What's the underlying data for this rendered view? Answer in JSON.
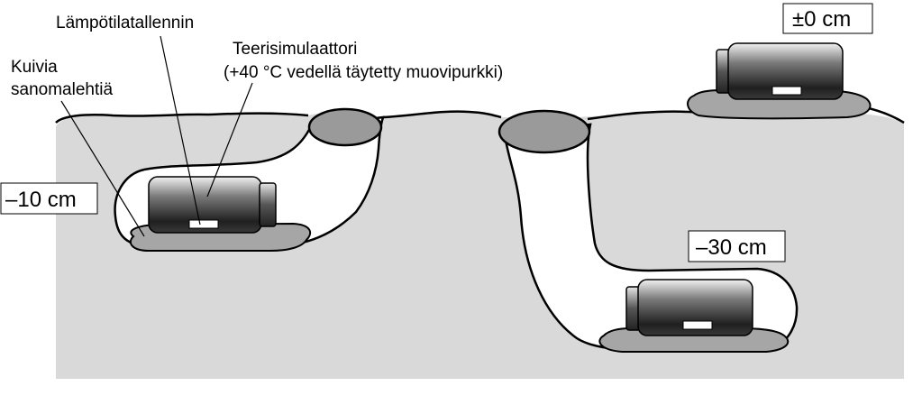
{
  "labels": {
    "logger": "Lämpötilatallennin",
    "simulator_line1": "Teerisimulaattori",
    "simulator_line2": "(+40 °C vedellä täytetty muovipurkki)",
    "newspaper_line1": "Kuivia",
    "newspaper_line2": "sanomalehtiä"
  },
  "depths": {
    "surface": "±0 cm",
    "minus10": "–10 cm",
    "minus30": "–30 cm"
  },
  "colors": {
    "ground": "#d9d9d9",
    "burrow": "#ffffff",
    "snow_plug": "#9a9a9a",
    "newspaper": "#a6a6a6",
    "outline": "#000000"
  }
}
